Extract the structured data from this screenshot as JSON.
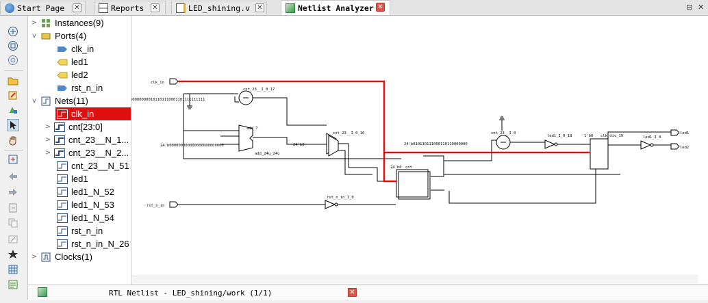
{
  "tabs": [
    {
      "label": "Start Page",
      "icon": "globe-icon",
      "active": false
    },
    {
      "label": "Reports",
      "icon": "table-icon",
      "active": false
    },
    {
      "label": "LED_shining.v",
      "icon": "verilog-file-icon",
      "active": false
    },
    {
      "label": "Netlist Analyzer",
      "icon": "netlist-icon",
      "active": true
    }
  ],
  "tab_close_glyph": "✕",
  "window_controls": {
    "restore": "⊟",
    "close": "✕"
  },
  "tree": {
    "instances": "Instances(9)",
    "ports": "Ports(4)",
    "port_items": [
      "clk_in",
      "led1",
      "led2",
      "rst_n_in"
    ],
    "nets": "Nets(11)",
    "net_items": [
      "clk_in",
      "cnt[23:0]",
      "cnt_23__N_1...",
      "cnt_23__N_2...",
      "cnt_23__N_51",
      "led1",
      "led1_N_52",
      "led1_N_53",
      "led1_N_54",
      "rst_n_in",
      "rst_n_in_N_26"
    ],
    "clocks": "Clocks(1)",
    "selected": "clk_in"
  },
  "bottom_tab": {
    "label": "RTL Netlist - LED_shining/work (1/1)",
    "icon": "netlist-icon"
  },
  "schematic": {
    "ports": {
      "clk_in": "clk_in",
      "rst_n_in": "rst_n_in",
      "led1": "led1",
      "led2": "led2"
    },
    "labels": {
      "cmp1": "cnt_23__I_0_17",
      "const1": "b00000000101101110001101111111111",
      "add": "add_7",
      "add_out": "add_24u_24u",
      "const_zero": "24'b000000000000000000000000",
      "mux_name": "cnt_23__I_0_16",
      "mux_const": "24'b0",
      "cnt": "cnt",
      "cnt_init": "24'b0",
      "rst_inv": "rst_n_in_I_0",
      "cmp2": "cnt_23__I_0",
      "const2": "24'b010110111000110110000000",
      "inv2": "led1_I_0_18",
      "ff": "clk_div_19",
      "ff_init": "1'b0",
      "inv3": "led1_I_0"
    },
    "colors": {
      "highlight": "#e01010",
      "wire": "#000000"
    }
  },
  "colors": {
    "selection": "#e01010",
    "active_tab_close": "#e05545"
  }
}
